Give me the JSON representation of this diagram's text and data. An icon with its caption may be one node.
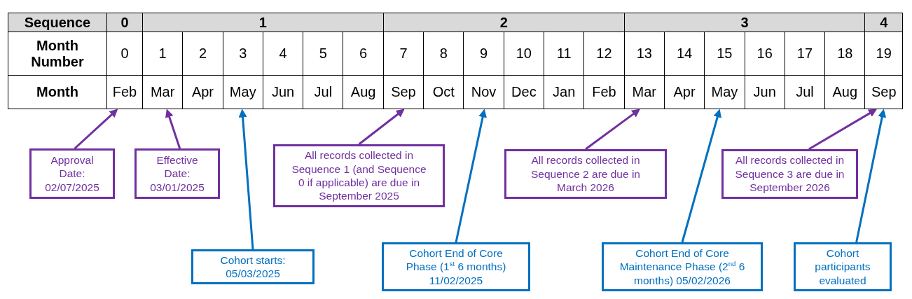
{
  "diagram": {
    "nodes": [
      {
        "text": [
          "Feb"
        ]
      },
      {
        "text": [
          "Mar"
        ]
      },
      {
        "text": [
          "May"
        ]
      },
      {
        "text": [
          "Sep"
        ]
      },
      {
        "text": [
          "Nov"
        ]
      },
      {
        "text": [
          "Mar"
        ]
      },
      {
        "text": [
          "May"
        ]
      },
      {
        "text": [
          "Sep"
        ]
      },
      {
        "text": [
          "Approval Date: 02/07/2025"
        ]
      },
      {
        "text": [
          "Effective Date: 03/01/2025"
        ]
      },
      {
        "text": [
          "All records collected in Sequence 1 (and Sequence 0 if applicable) are due in September 2025"
        ]
      },
      {
        "text": [
          "All records collected in Sequence 2 are due in March 2026"
        ]
      },
      {
        "text": [
          "All records collected in Sequence 3 are due in September 2026"
        ]
      },
      {
        "text": [
          "Cohort starts: 05/03/2025"
        ]
      },
      {
        "text": [
          "Cohort End of Core Phase (1$^{st}$ 6 months) 11/02/2025"
        ]
      },
      {
        "text": [
          "Cohort End of Core Maintenance Phase (2$^{nd}$ 6 months) 05/02/2026"
        ]
      },
      {
        "text": [
          "Cohort participants evaluated"
        ]
      }
    ],
    "edges": [
      {
        "from": 8,
        "to": 0,
        "arrow": "to"
      },
      {
        "from": 9,
        "to": 1,
        "arrow": "to"
      },
      {
        "from": 10,
        "to": 3,
        "arrow": "to"
      },
      {
        "from": 11,
        "to": 5,
        "arrow": "to"
      },
      {
        "from": 12,
        "to": 7,
        "arrow": "to"
      },
      {
        "from": 13,
        "to": 2,
        "arrow": "to",
        "color": "#0070c0"
      },
      {
        "from": 14,
        "to": 4,
        "arrow": "to",
        "color": "#0070c0"
      },
      {
        "from": 15,
        "to": 6,
        "arrow": "to",
        "color": "#0070c0"
      },
      {
        "from": 16,
        "to": 7,
        "arrow": "to",
        "color": "#0070c0"
      }
    ],
    "labels": [
      "Sequence",
      "0",
      "1",
      "2",
      "3",
      "4",
      "Month Number",
      "0",
      "1",
      "2",
      "3",
      "4",
      "5",
      "6",
      "7",
      "8",
      "9",
      "10",
      "11",
      "12",
      "13",
      "14",
      "15",
      "16",
      "17",
      "18",
      "19",
      "Month",
      "Apr",
      "Jun",
      "Jul",
      "Aug",
      "Oct",
      "Dec",
      "Jan",
      "Feb",
      "Apr",
      "Jun",
      "Jul",
      "Aug"
    ]
  }
}
